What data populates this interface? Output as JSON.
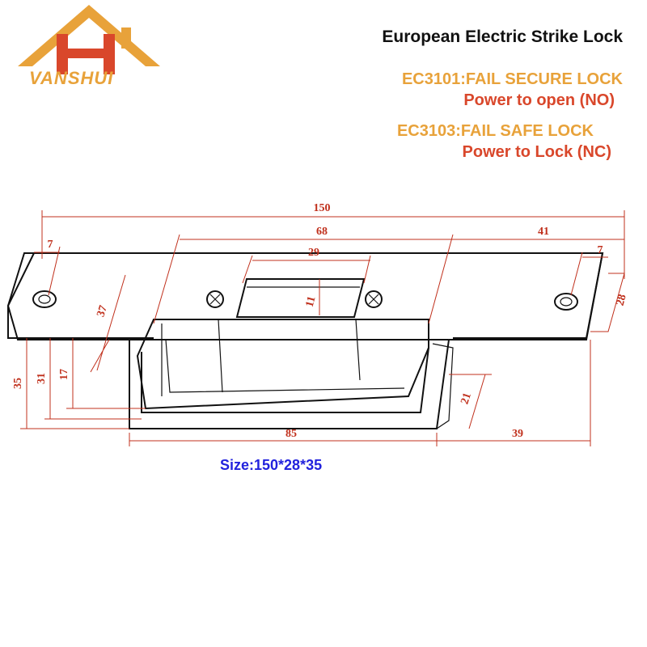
{
  "brand": {
    "logo_text": "VANSHUI"
  },
  "header": {
    "title": "European Electric Strike Lock",
    "model_1": "EC3101:FAIL SECURE LOCK",
    "model_1_note": "Power to open (NO)",
    "model_2": "EC3103:FAIL SAFE LOCK",
    "model_2_note": "Power to Lock (NC)"
  },
  "dimensions": {
    "overall_length": "150",
    "body_width": "68",
    "right_length": "41",
    "left_hole": "7",
    "right_hole": "7",
    "latch_width": "29",
    "latch_height": "11",
    "plate_height": "28",
    "body_depth_slant": "37",
    "depth_total": "35",
    "depth_31": "31",
    "depth_17": "17",
    "depth_21": "21",
    "bottom_length": "85",
    "bottom_right": "39"
  },
  "caption": "Size:150*28*35",
  "colors": {
    "accent": "#e8a23a",
    "red": "#d9472b",
    "dimension": "#c0301c",
    "caption": "#2222dd"
  }
}
